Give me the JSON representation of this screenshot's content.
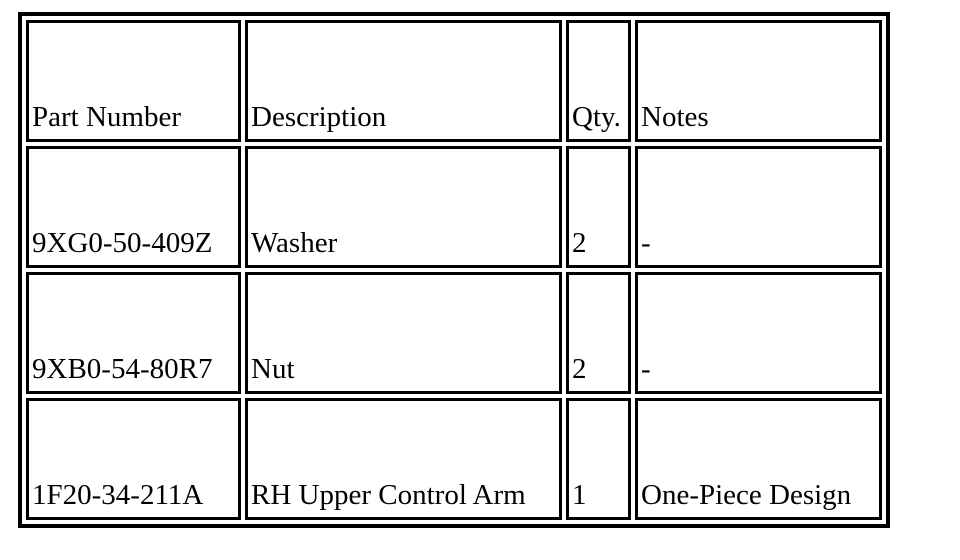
{
  "colors": {
    "background": "#ffffff",
    "border": "#000000",
    "text": "#000000"
  },
  "table": {
    "columns": [
      "Part Number",
      "Description",
      "Qty.",
      "Notes"
    ],
    "rows": [
      [
        "9XG0-50-409Z",
        "Washer",
        "2",
        "-"
      ],
      [
        "9XB0-54-80R7",
        "Nut",
        "2",
        "-"
      ],
      [
        "1F20-34-211A",
        "RH Upper Control Arm",
        "1",
        "One-Piece Design"
      ]
    ]
  }
}
